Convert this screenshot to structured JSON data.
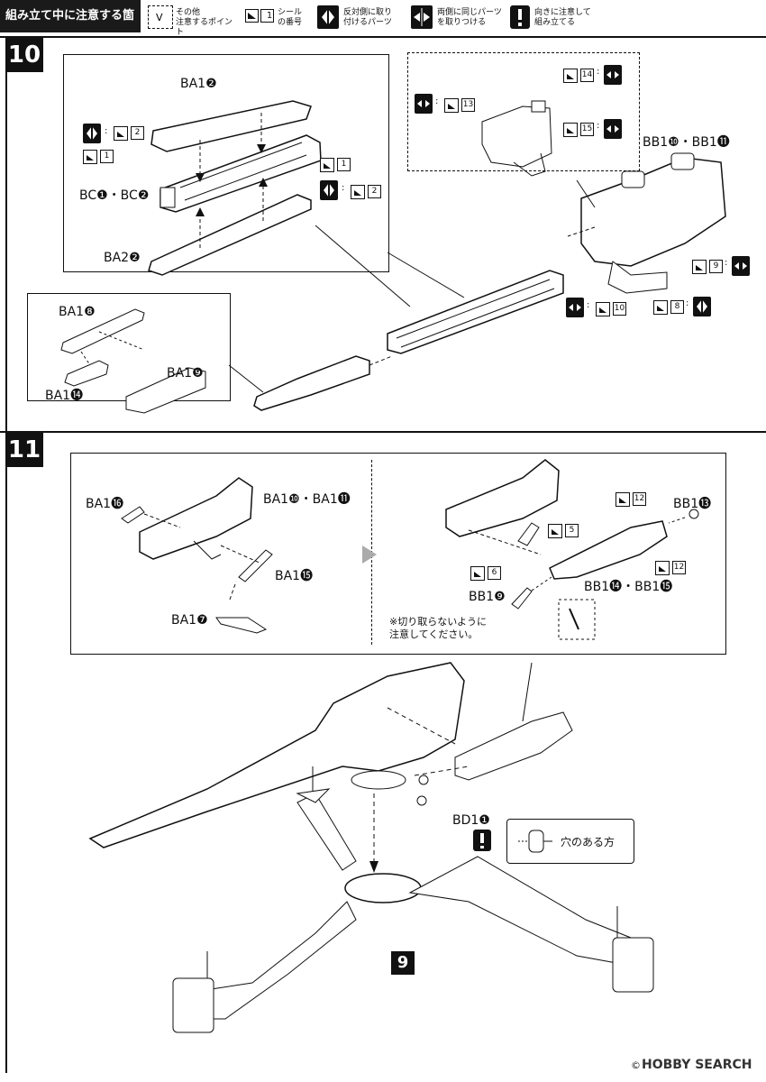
{
  "header": {
    "title": "組み立て中に注意する箇所",
    "legend": [
      {
        "icon": "point-icon",
        "text": "その他\n注意するポイント"
      },
      {
        "icon": "sticker-icon",
        "num": "1",
        "text": "シール\nの番号"
      },
      {
        "icon": "mirror-icon",
        "text": "反対側に取り\n付けるパーツ"
      },
      {
        "icon": "both-sides-icon",
        "text": "両側に同じパーツ\nを取りつける"
      },
      {
        "icon": "exclamation-icon",
        "text": "向きに注意して\n組み立てる"
      }
    ]
  },
  "step10": {
    "number": "10",
    "labels": {
      "ba1_2": "BA1❷",
      "bc": "BC❶・BC❷",
      "ba2_2": "BA2❷",
      "bb1": "BB1❿・BB1⓫",
      "ba1_8": "BA1❽",
      "ba1_9": "BA1❾",
      "ba1_14": "BA1⓮"
    },
    "stickers": {
      "s1a": "1",
      "s1b": "1",
      "s2a": "2",
      "s2b": "2",
      "s13": "13",
      "s14": "14",
      "s15": "15",
      "s9": "9",
      "s10": "10",
      "s8": "8"
    },
    "colon": ":"
  },
  "step11": {
    "number": "11",
    "labels": {
      "ba1_16": "BA1⓰",
      "ba1_10_11": "BA1❿・BA1⓫",
      "ba1_15": "BA1⓯",
      "ba1_7": "BA1❼",
      "bb1_13": "BB1⓭",
      "bb1_9": "BB1❾",
      "bb1_14_15": "BB1⓮・BB1⓯",
      "note": "※切り取らないように\n注意してください。",
      "bd1_1": "BD1❶",
      "hole_side": "穴のある方"
    },
    "stickers": {
      "s12a": "12",
      "s12b": "12",
      "s5": "5",
      "s6": "6"
    },
    "ref_step": "9"
  },
  "watermark": "HOBBY SEARCH",
  "copyright": "©"
}
